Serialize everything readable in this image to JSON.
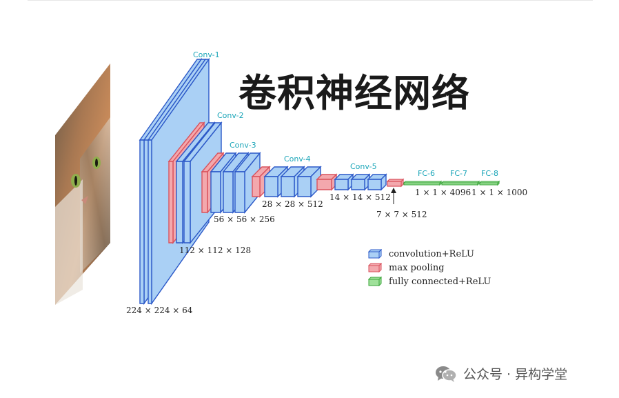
{
  "title": "卷积神经网络",
  "stages": {
    "conv1": "Conv-1",
    "conv2": "Conv-2",
    "conv3": "Conv-3",
    "conv4": "Conv-4",
    "conv5": "Conv-5",
    "fc6": "FC-6",
    "fc7": "FC-7",
    "fc8": "FC-8"
  },
  "dims": {
    "d1": "224 × 224 × 64",
    "d2": "112 × 112 × 128",
    "d3": "56 × 56 × 256",
    "d4": "28 × 28 × 512",
    "d5": "14 × 14 × 512",
    "d6": "7 × 7 × 512",
    "d7": "1 × 1 × 4096",
    "d8": "1 × 1 × 1000"
  },
  "legend": [
    {
      "label": "convolution+ReLU",
      "color": "#aad0f5",
      "border": "#2b58c8"
    },
    {
      "label": "max pooling",
      "color": "#f3a8ad",
      "border": "#d9525d"
    },
    {
      "label": "fully connected+ReLU",
      "color": "#9fe19a",
      "border": "#3aa43a"
    }
  ],
  "colors": {
    "conv_fill": "#aad0f5",
    "conv_stroke": "#2b58c8",
    "pool_fill": "#f3a8ad",
    "pool_stroke": "#d9525d",
    "fc_fill": "#9fe19a",
    "fc_stroke": "#3aa43a",
    "stage_label": "#1aa5b8"
  },
  "watermark": {
    "icon": "wechat-icon",
    "text": "公众号 · 异构学堂"
  }
}
